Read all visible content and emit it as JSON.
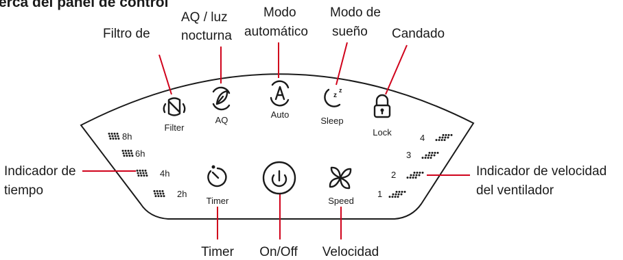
{
  "heading": "erca del panel de control",
  "callouts": {
    "filter": "Filtro de",
    "aq_line1": "AQ / luz",
    "aq_line2": "nocturna",
    "auto_line1": "Modo",
    "auto_line2": "automático",
    "sleep_line1": "Modo de",
    "sleep_line2": "sueño",
    "lock": "Candado",
    "time_line1": "Indicador de",
    "time_line2": "tiempo",
    "speed_ind_line1": "Indicador de velocidad",
    "speed_ind_line2": "del ventilador",
    "timer": "Timer",
    "power": "On/Off",
    "speed": "Velocidad"
  },
  "panel_labels": {
    "filter": "Filter",
    "aq": "AQ",
    "auto": "Auto",
    "sleep": "Sleep",
    "lock": "Lock",
    "timer": "Timer",
    "speed": "Speed"
  },
  "time_levels": [
    "8h",
    "6h",
    "4h",
    "2h"
  ],
  "speed_levels": [
    "4",
    "3",
    "2",
    "1"
  ],
  "colors": {
    "leader": "#d0021b",
    "ink": "#1a1a1a"
  },
  "icons": {
    "filter": "filter-cartridge-icon",
    "aq": "leaf-cycle-icon",
    "auto": "auto-a-icon",
    "sleep": "moon-zz-icon",
    "lock": "padlock-icon",
    "timer": "stopwatch-icon",
    "power": "power-icon",
    "speed": "fan-icon"
  }
}
